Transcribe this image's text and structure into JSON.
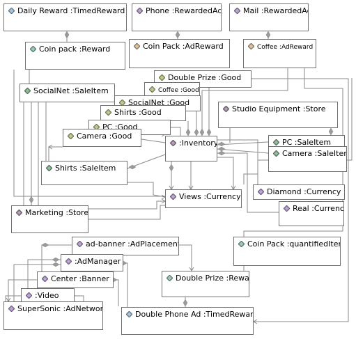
{
  "diagram": {
    "nodes": [
      {
        "id": "daily_reward",
        "label": "Daily Reward :TimedReward",
        "icon": "blue-diamond-icon",
        "color": "#7aa6c9"
      },
      {
        "id": "phone",
        "label": "Phone :RewardedAd",
        "icon": "purple-diamond-icon",
        "color": "#9a79b8"
      },
      {
        "id": "mail",
        "label": "Mail :RewardedAd",
        "icon": "purple-diamond-icon",
        "color": "#9a79b8"
      },
      {
        "id": "coin_pack_reward",
        "label": "Coin pack :Reward",
        "icon": "teal-diamond-icon",
        "color": "#6fae9a"
      },
      {
        "id": "coin_pack_adreward",
        "label": "Coin Pack :AdReward",
        "icon": "tan-diamond-icon",
        "color": "#c9a273"
      },
      {
        "id": "coffee_adreward",
        "label": "Coffee :AdReward",
        "icon": "tan-diamond-icon",
        "color": "#c9a273"
      },
      {
        "id": "double_prize_good",
        "label": "Double Prize :Good",
        "icon": "olive-diamond-icon",
        "color": "#a4a95d"
      },
      {
        "id": "coffee_good",
        "label": "Coffee :Good",
        "icon": "olive-diamond-icon",
        "color": "#a4a95d"
      },
      {
        "id": "socialnet_saleitem",
        "label": "SocialNet :SaleItem",
        "icon": "green-diamond-icon",
        "color": "#5f9a6b"
      },
      {
        "id": "socialnet_good",
        "label": "SocialNet :Good",
        "icon": "olive-diamond-icon",
        "color": "#a4a95d"
      },
      {
        "id": "shirts_good",
        "label": "Shirts :Good",
        "icon": "olive-diamond-icon",
        "color": "#a4a95d"
      },
      {
        "id": "studio_equipment",
        "label": "Studio Equipment :Store",
        "icon": "purple-diamond-icon",
        "color": "#8f6d8f"
      },
      {
        "id": "pc_good",
        "label": "PC :Good",
        "icon": "olive-diamond-icon",
        "color": "#a4a95d"
      },
      {
        "id": "camera_good",
        "label": "Camera :Good",
        "icon": "olive-diamond-icon",
        "color": "#a4a95d"
      },
      {
        "id": "inventory",
        "label": ":Inventory",
        "icon": "purple-diamond-icon",
        "color": "#8f6d8f"
      },
      {
        "id": "pc_saleitem",
        "label": "PC :SaleItem",
        "icon": "green-diamond-icon",
        "color": "#5f9a6b"
      },
      {
        "id": "camera_saleitem",
        "label": "Camera :SaleItem",
        "icon": "green-diamond-icon",
        "color": "#5f9a6b"
      },
      {
        "id": "shirts_saleitem",
        "label": "Shirts   :SaleItem",
        "icon": "green-diamond-icon",
        "color": "#5f9a6b"
      },
      {
        "id": "diamond_currency",
        "label": "Diamond  :Currency",
        "icon": "purple-diamond-icon",
        "color": "#9a79b8"
      },
      {
        "id": "views_currency",
        "label": "Views :Currency",
        "icon": "purple-diamond-icon",
        "color": "#9a79b8"
      },
      {
        "id": "real_currency",
        "label": "Real :Currency",
        "icon": "purple-diamond-icon",
        "color": "#9a79b8"
      },
      {
        "id": "marketing",
        "label": "Marketing :Store",
        "icon": "purple-diamond-icon",
        "color": "#8f6d8f"
      },
      {
        "id": "ad_banner",
        "label": "ad-banner :AdPlacement",
        "icon": "purple-diamond-icon",
        "color": "#9a79b8"
      },
      {
        "id": "coin_pack_qi",
        "label": "Coin Pack :quantifiedItem",
        "icon": "teal-diamond-icon",
        "color": "#6fae9a"
      },
      {
        "id": "admanager",
        "label": ":AdManager",
        "icon": "purple-diamond-icon",
        "color": "#9a79b8"
      },
      {
        "id": "center_banner",
        "label": "Center :Banner",
        "icon": "purple-diamond-icon",
        "color": "#9a79b8"
      },
      {
        "id": "double_prize_reward",
        "label": "Double Prize :Reward",
        "icon": "teal-diamond-icon",
        "color": "#6fae9a"
      },
      {
        "id": "video",
        "label": ":Video",
        "icon": "purple-diamond-icon",
        "color": "#9a79b8"
      },
      {
        "id": "supersonic",
        "label": "SuperSonic :AdNetwork",
        "icon": "purple-diamond-icon",
        "color": "#9a79b8"
      },
      {
        "id": "double_phone_ad",
        "label": "Double Phone Ad :TimedReward",
        "icon": "blue-diamond-icon",
        "color": "#7aa6c9"
      }
    ],
    "edge_color": "#8a8a8a",
    "marker_color": "#9a9a9a"
  }
}
